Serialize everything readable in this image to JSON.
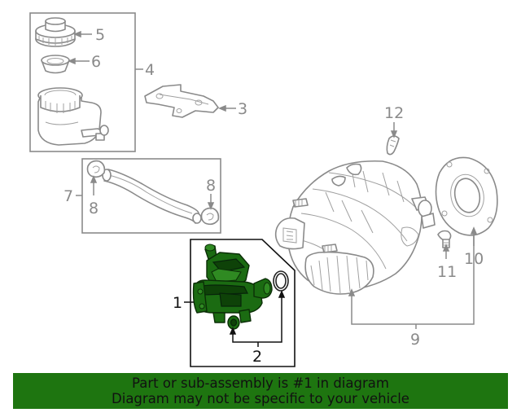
{
  "callouts": {
    "c1": "1",
    "c2": "2",
    "c3": "3",
    "c4": "4",
    "c5": "5",
    "c6": "6",
    "c7": "7",
    "c8a": "8",
    "c8b": "8",
    "c9": "9",
    "c10": "10",
    "c11": "11",
    "c12": "12"
  },
  "banner": {
    "line1": "Part or sub-assembly is #1 in diagram",
    "line2": "Diagram may not be specific to your vehicle"
  },
  "colors": {
    "highlight": "#1b6b12",
    "banner_bg": "#1e7510",
    "line_gray": "#8a8a8a"
  }
}
